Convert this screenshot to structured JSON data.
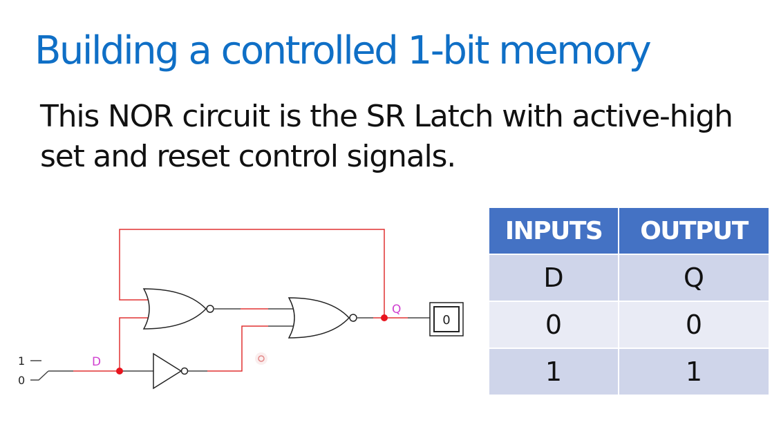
{
  "slide": {
    "title": "Building a controlled 1-bit memory",
    "body_line1": "This NOR circuit is the SR Latch with active-high",
    "body_line2": "set and reset control signals."
  },
  "circuit": {
    "input_label_high": "1",
    "input_label_low": "0",
    "input_pin_label": "D",
    "output_pin_label": "Q",
    "output_display_value": "0",
    "colors": {
      "active_wire": "#e03030",
      "inactive_wire": "#444444",
      "pin_label": "#d040d0"
    }
  },
  "truth_table": {
    "headers": [
      "INPUTS",
      "OUTPUT"
    ],
    "subheader": [
      "D",
      "Q"
    ],
    "rows": [
      [
        "0",
        "0"
      ],
      [
        "1",
        "1"
      ]
    ],
    "colors": {
      "header_bg": "#4472c4",
      "row_dark": "#cfd5ea",
      "row_light": "#e9ebf5"
    }
  }
}
